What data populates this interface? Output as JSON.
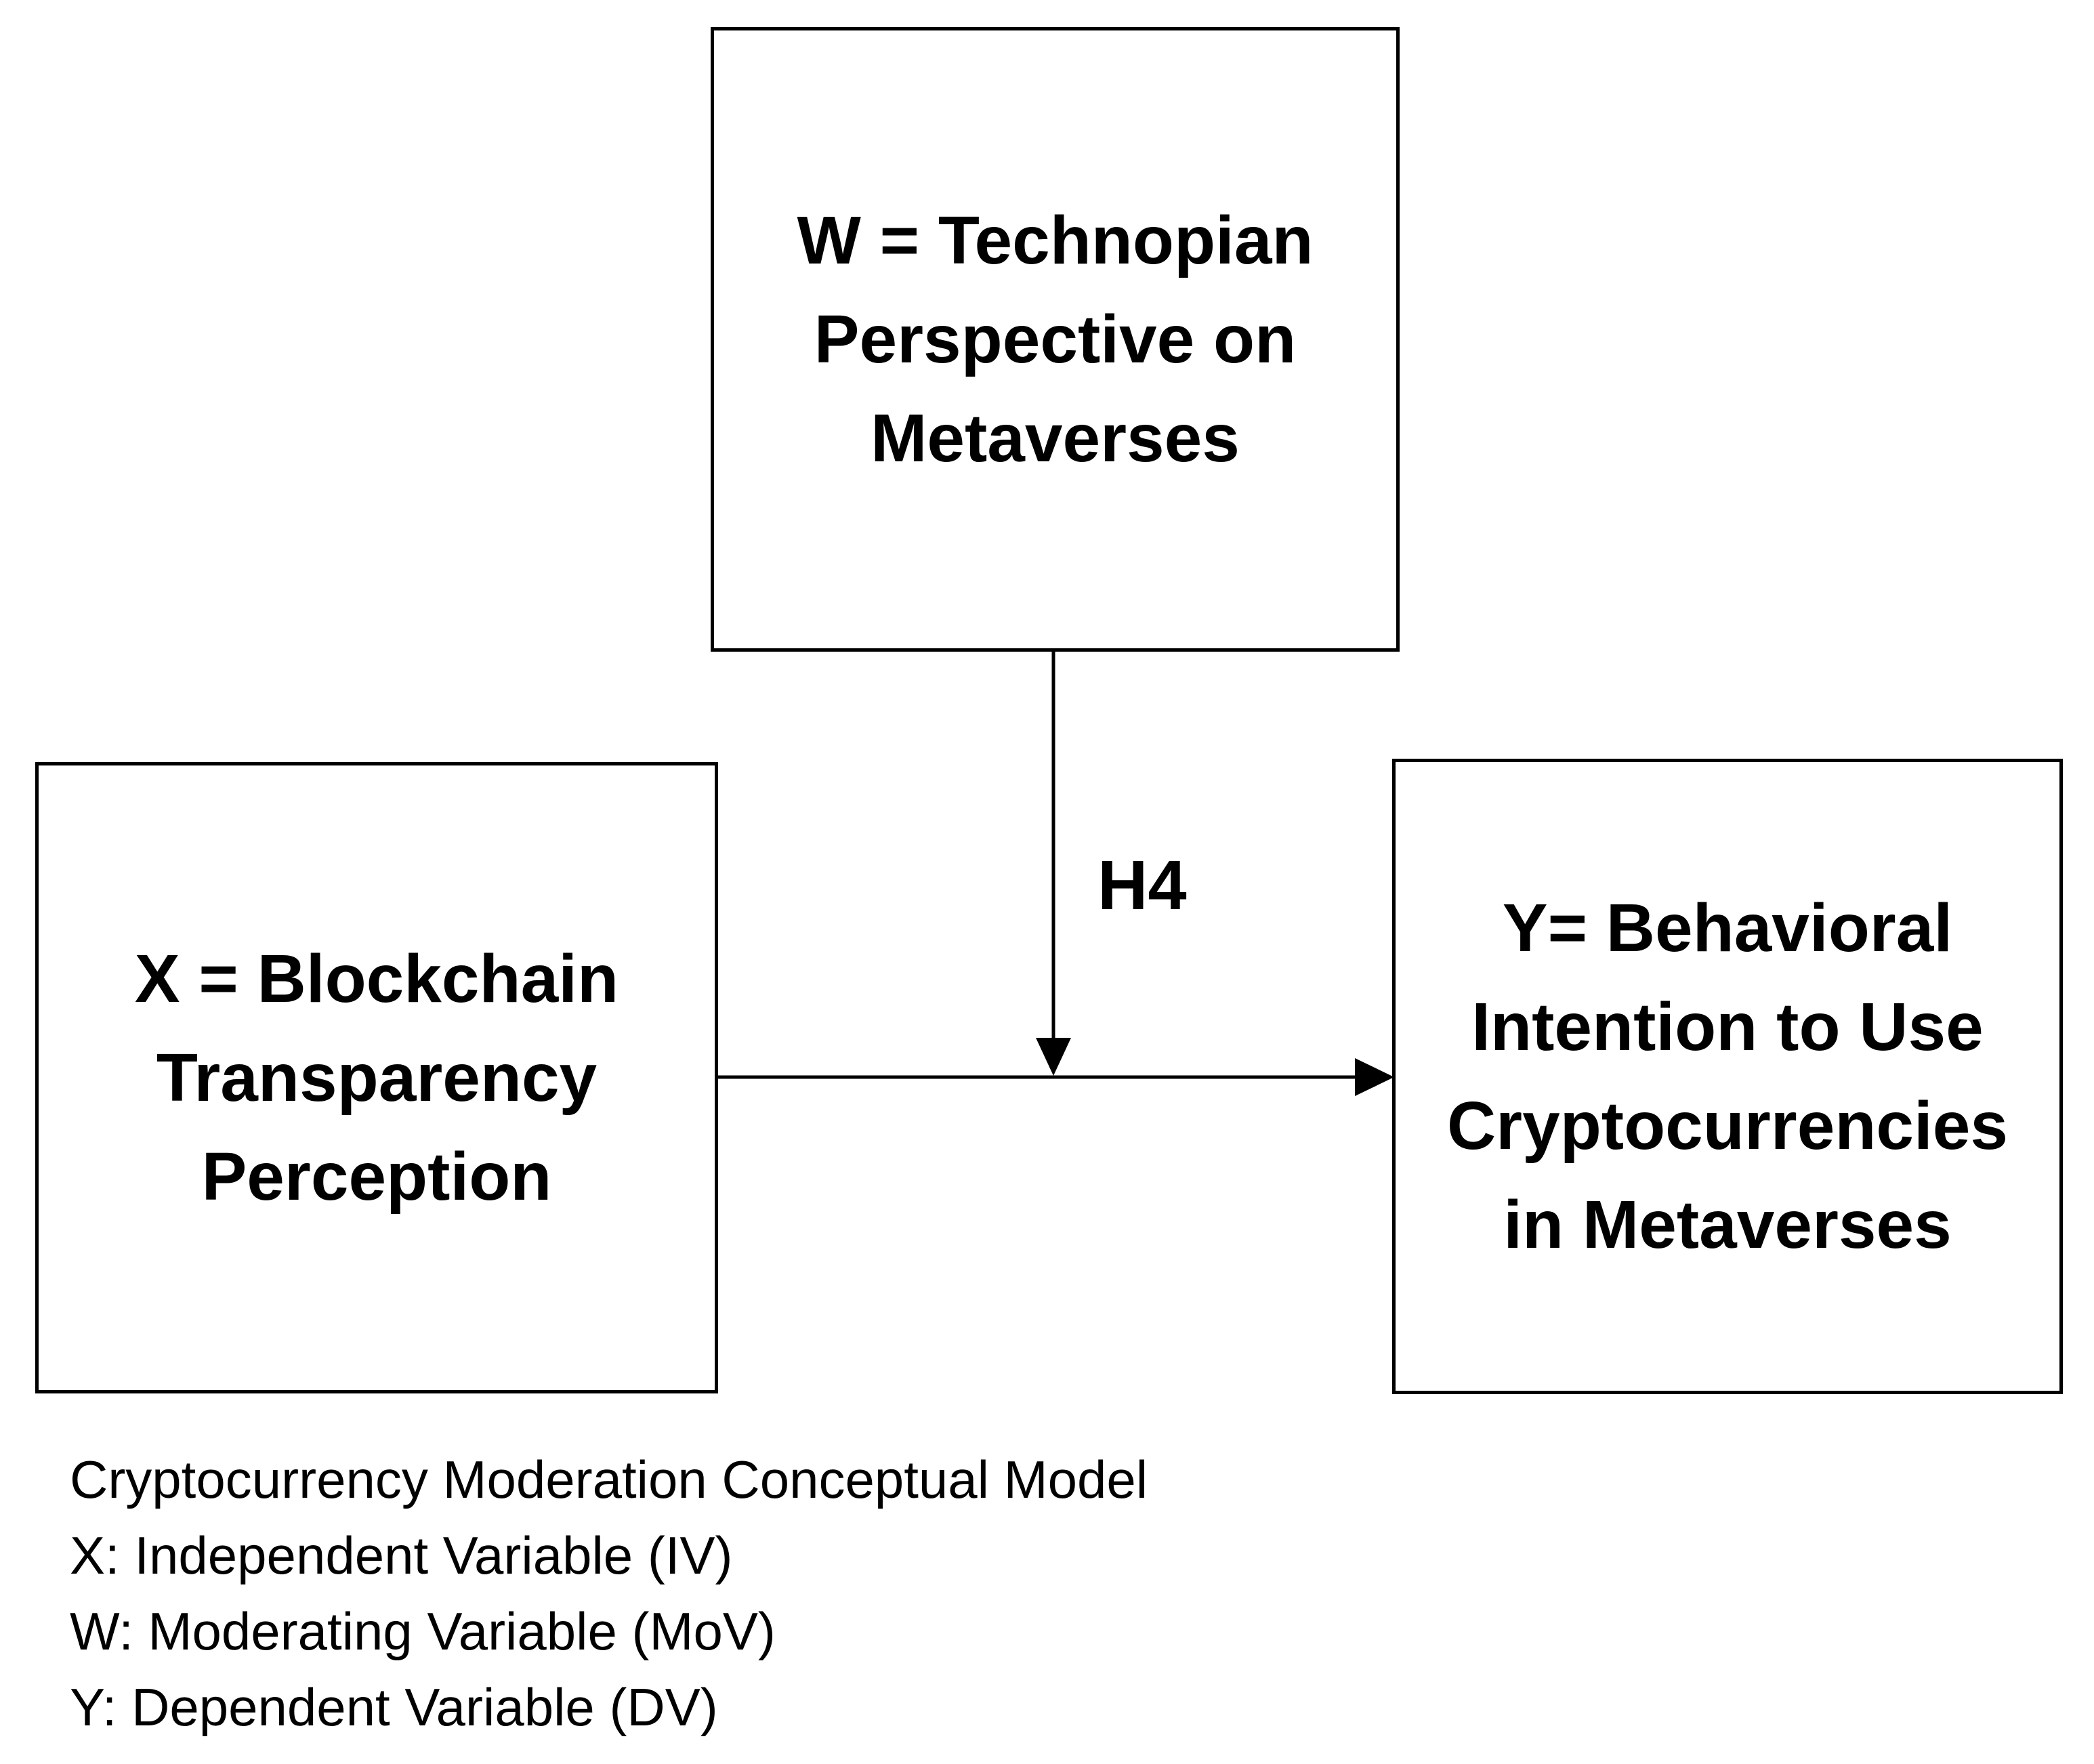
{
  "boxes": {
    "w": {
      "lines": [
        "W = Technopian",
        "Perspective on",
        "Metaverses"
      ]
    },
    "x": {
      "lines": [
        "X = Blockchain",
        "Transparency",
        "Perception"
      ]
    },
    "y": {
      "lines": [
        "Y= Behavioral",
        "Intention to Use",
        "Cryptocurrencies",
        "in Metaverses"
      ]
    }
  },
  "arrows": {
    "moderation_label": "H4"
  },
  "caption": {
    "title": "Cryptocurrency Moderation Conceptual Model",
    "legend": [
      "X: Independent Variable (IV)",
      "W: Moderating Variable (MoV)",
      "Y: Dependent Variable (DV)"
    ]
  },
  "colors": {
    "line": "#000000",
    "background": "#ffffff",
    "text": "#000000"
  }
}
